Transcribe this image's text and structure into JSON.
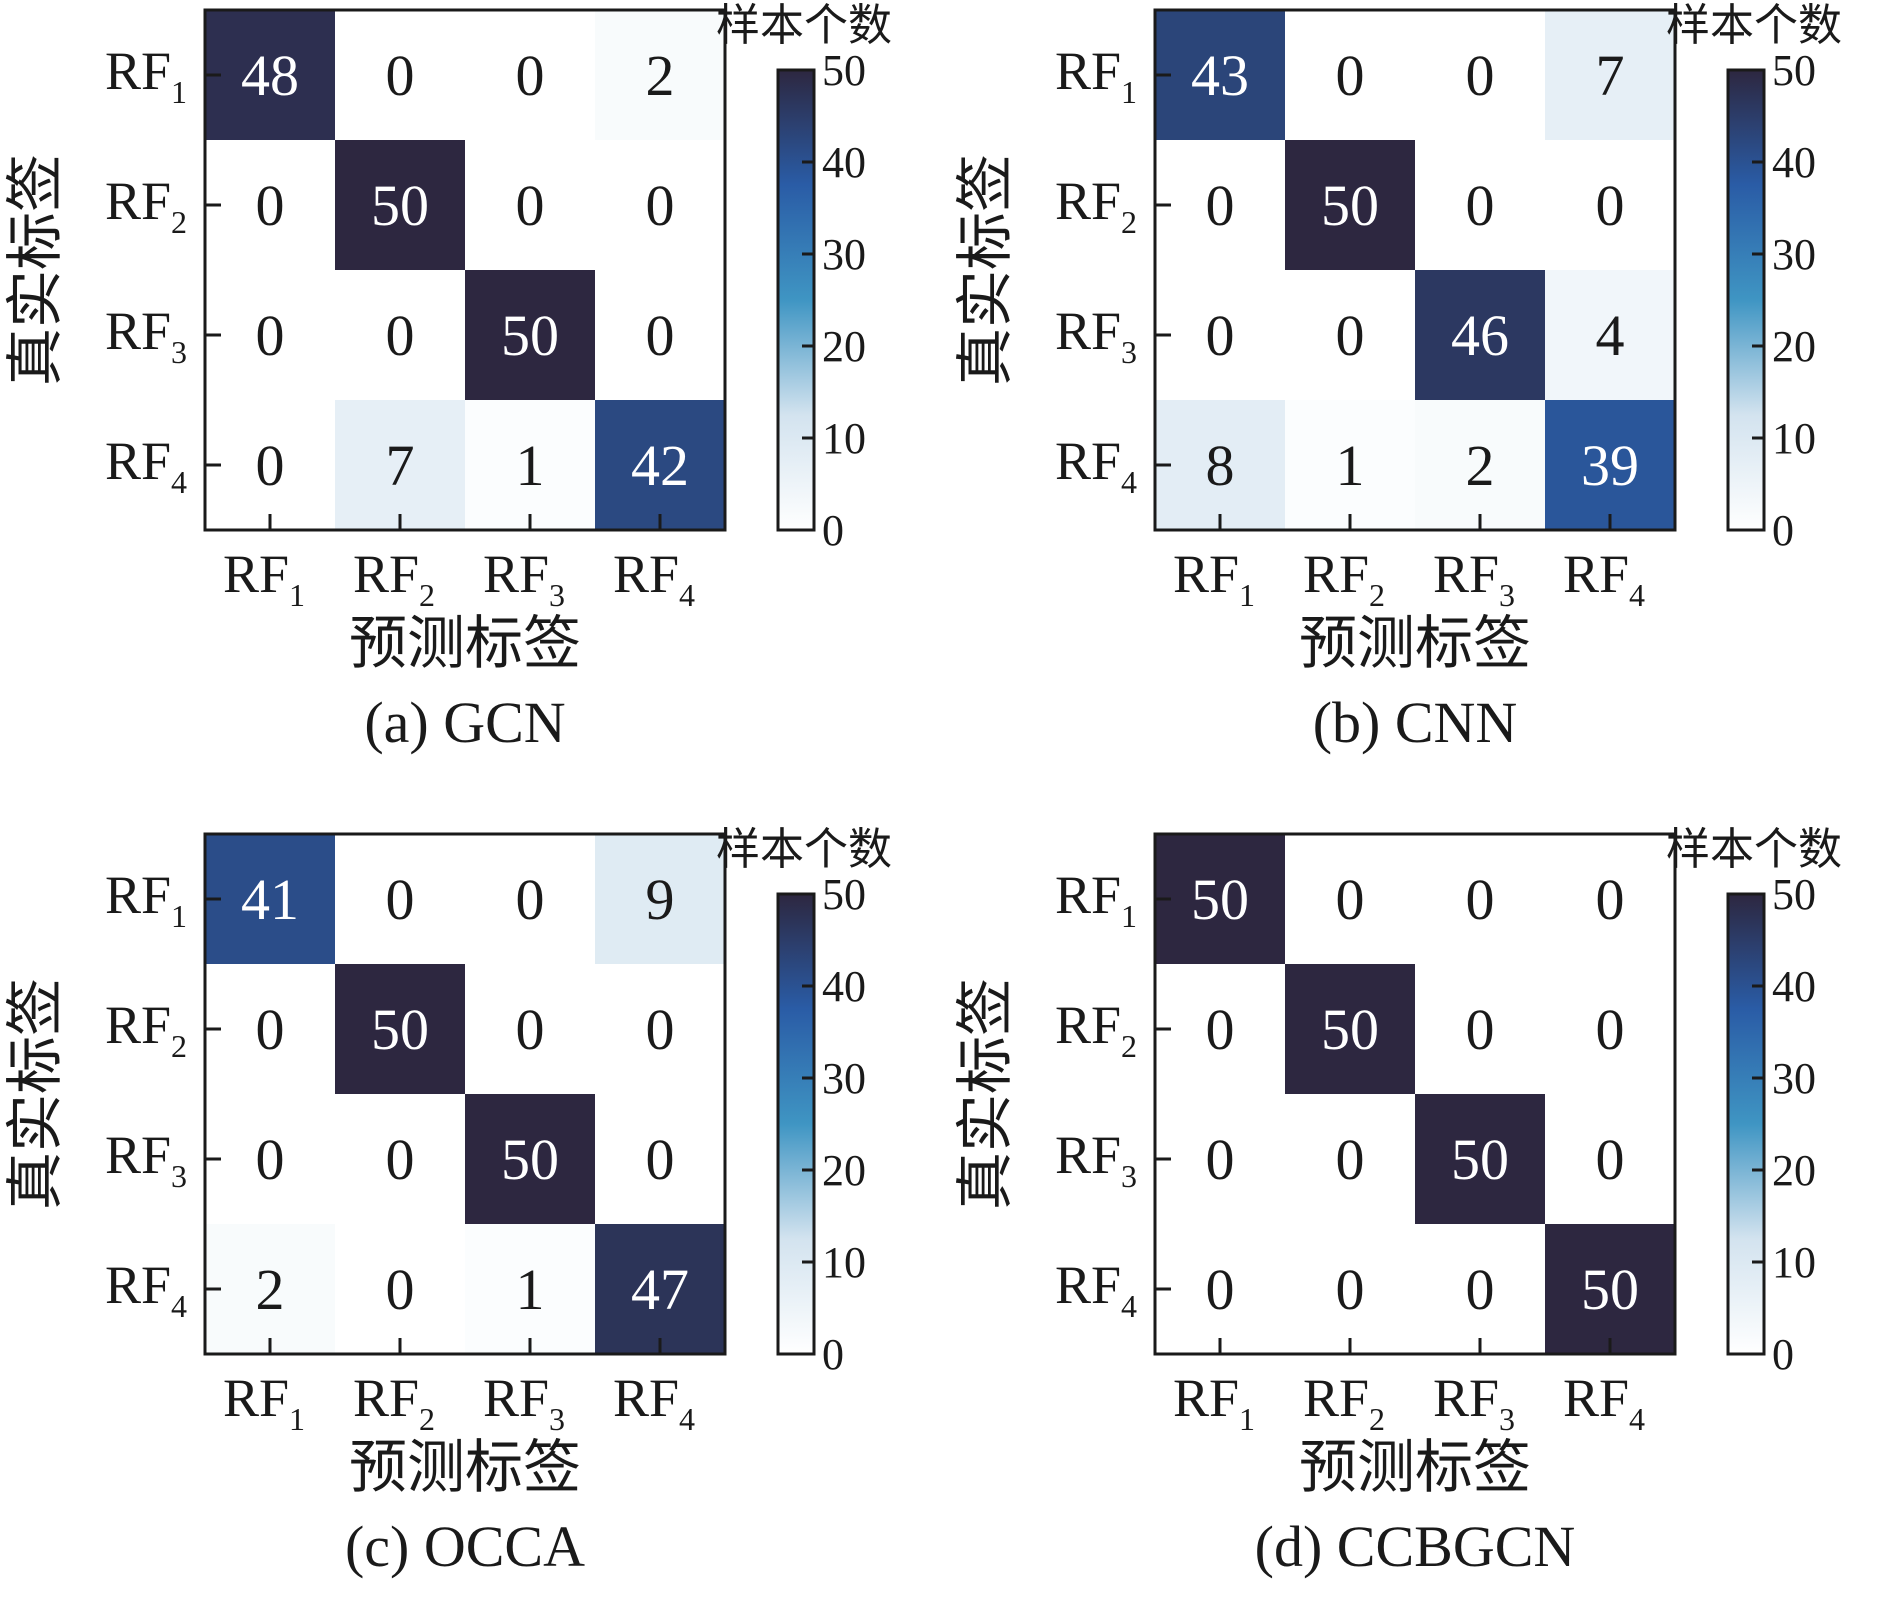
{
  "colorbar": {
    "title": "样本个数",
    "ticks": [
      0,
      10,
      20,
      30,
      40,
      50
    ],
    "range": [
      0,
      50
    ],
    "colors": [
      "#ffffff",
      "#d3e3ef",
      "#3f95c3",
      "#2a5ca6",
      "#2d2740"
    ]
  },
  "chart_data": [
    {
      "type": "heatmap",
      "caption": "(a)  GCN",
      "xlabel": "预测标签",
      "ylabel": "真实标签",
      "categories": [
        "RF1",
        "RF2",
        "RF3",
        "RF4"
      ],
      "values": [
        [
          48,
          0,
          0,
          2
        ],
        [
          0,
          50,
          0,
          0
        ],
        [
          0,
          0,
          50,
          0
        ],
        [
          0,
          7,
          1,
          42
        ]
      ]
    },
    {
      "type": "heatmap",
      "caption": "(b)  CNN",
      "xlabel": "预测标签",
      "ylabel": "真实标签",
      "categories": [
        "RF1",
        "RF2",
        "RF3",
        "RF4"
      ],
      "values": [
        [
          43,
          0,
          0,
          7
        ],
        [
          0,
          50,
          0,
          0
        ],
        [
          0,
          0,
          46,
          4
        ],
        [
          8,
          1,
          2,
          39
        ]
      ]
    },
    {
      "type": "heatmap",
      "caption": "(c)  OCCA",
      "xlabel": "预测标签",
      "ylabel": "真实标签",
      "categories": [
        "RF1",
        "RF2",
        "RF3",
        "RF4"
      ],
      "values": [
        [
          41,
          0,
          0,
          9
        ],
        [
          0,
          50,
          0,
          0
        ],
        [
          0,
          0,
          50,
          0
        ],
        [
          2,
          0,
          1,
          47
        ]
      ]
    },
    {
      "type": "heatmap",
      "caption": "(d)  CCBGCN",
      "xlabel": "预测标签",
      "ylabel": "真实标签",
      "categories": [
        "RF1",
        "RF2",
        "RF3",
        "RF4"
      ],
      "values": [
        [
          50,
          0,
          0,
          0
        ],
        [
          0,
          50,
          0,
          0
        ],
        [
          0,
          0,
          50,
          0
        ],
        [
          0,
          0,
          0,
          50
        ]
      ]
    }
  ]
}
